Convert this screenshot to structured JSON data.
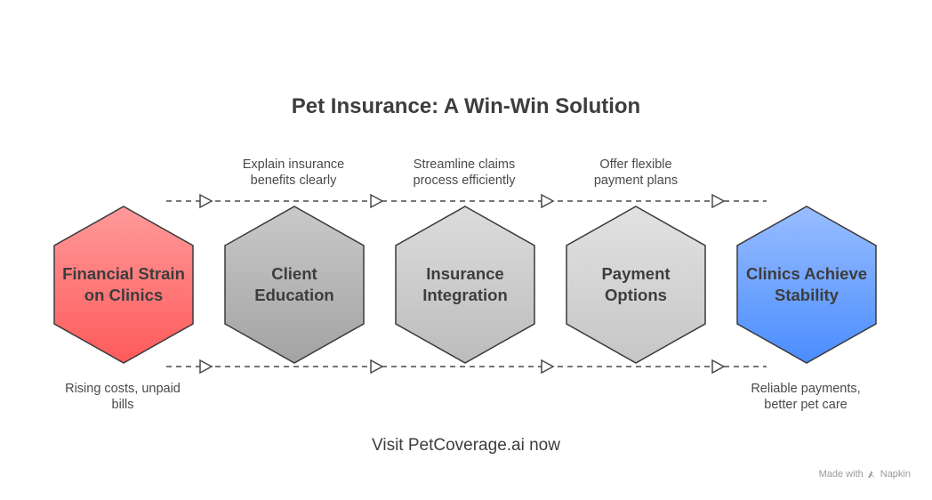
{
  "title": "Pet Insurance: A Win-Win Solution",
  "steps": [
    {
      "label": "Financial Strain on Clinics",
      "line1": "Financial Strain",
      "line2": "on Clinics",
      "color_top": "#ff9a9a",
      "color_bottom": "#ff5a5a",
      "stroke": "#3a3a3a"
    },
    {
      "label": "Client Education",
      "line1": "Client",
      "line2": "Education",
      "color_top": "#c9c9c9",
      "color_bottom": "#a3a3a3",
      "stroke": "#3a3a3a"
    },
    {
      "label": "Insurance Integration",
      "line1": "Insurance",
      "line2": "Integration",
      "color_top": "#dcdcdc",
      "color_bottom": "#bcbcbc",
      "stroke": "#3a3a3a"
    },
    {
      "label": "Payment Options",
      "line1": "Payment",
      "line2": "Options",
      "color_top": "#e2e2e2",
      "color_bottom": "#c6c6c6",
      "stroke": "#3a3a3a"
    },
    {
      "label": "Clinics Achieve Stability",
      "line1": "Clinics Achieve",
      "line2": "Stability",
      "color_top": "#99bdff",
      "color_bottom": "#4a8dff",
      "stroke": "#3a3a3a"
    }
  ],
  "top_notes": [
    {
      "line1": "Explain insurance",
      "line2": "benefits clearly"
    },
    {
      "line1": "Streamline claims",
      "line2": "process efficiently"
    },
    {
      "line1": "Offer flexible",
      "line2": "payment plans"
    }
  ],
  "bottom_notes": [
    {
      "line1": "Rising costs, unpaid",
      "line2": "bills"
    },
    {
      "line1": "Reliable payments,",
      "line2": "better pet care"
    }
  ],
  "cta": "Visit PetCoverage.ai now",
  "watermark": {
    "prefix": "Made with",
    "brand": "Napkin",
    "icon": "napkin-logo-icon"
  }
}
